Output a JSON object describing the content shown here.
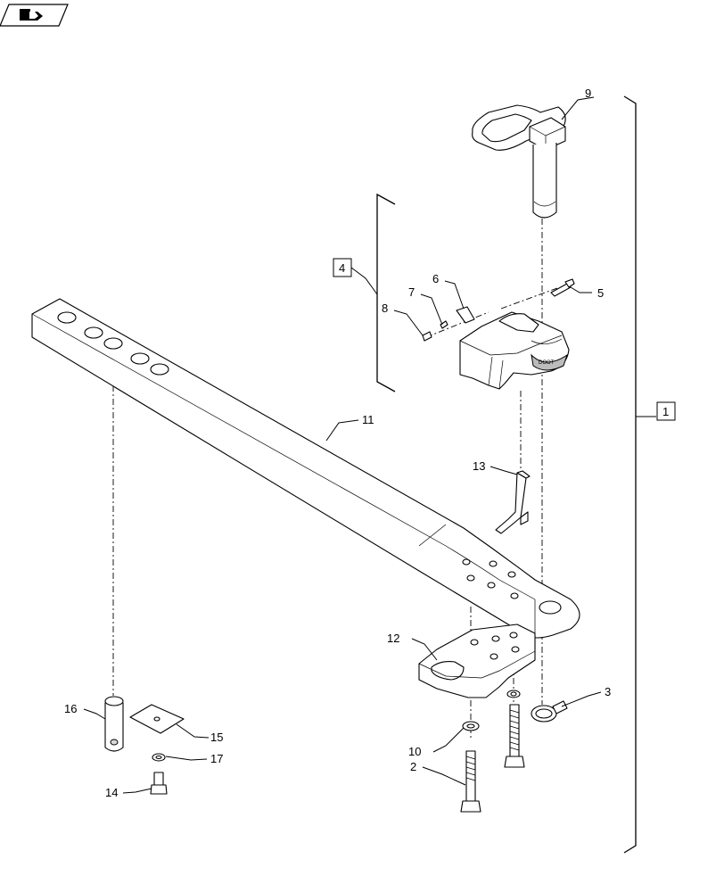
{
  "diagram": {
    "nav_icon": "page-navigation-icon",
    "labels": {
      "p1": "1",
      "p2": "2",
      "p3": "3",
      "p4": "4",
      "p5": "5",
      "p6": "6",
      "p7": "7",
      "p8": "8",
      "p9": "9",
      "p10": "10",
      "p11": "11",
      "p12": "12",
      "p13": "13",
      "p14": "14",
      "p15": "15",
      "p16": "16",
      "p17": "17"
    },
    "embossed_text": "DOOT"
  }
}
